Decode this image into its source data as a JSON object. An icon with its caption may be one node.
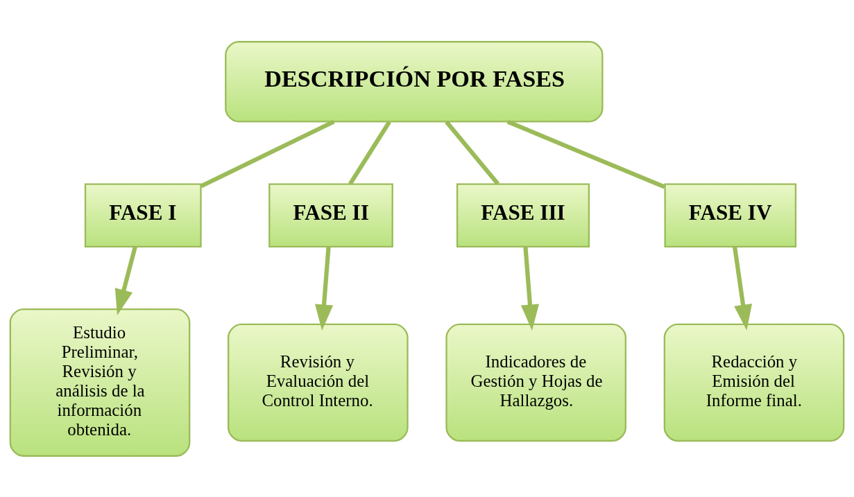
{
  "diagram": {
    "nodes": [
      {
        "text": [
          "DESCRIPCIÓN POR FASES"
        ]
      },
      {
        "text": [
          "FASE I"
        ]
      },
      {
        "text": [
          "FASE II"
        ]
      },
      {
        "text": [
          "FASE III"
        ]
      },
      {
        "text": [
          "FASE IV"
        ]
      },
      {
        "text": [
          "Estudio Preliminar, Revisión y análisis de la información obtenida."
        ]
      },
      {
        "text": [
          "Revisión y Evaluación del Control Interno."
        ]
      },
      {
        "text": [
          "Indicadores de Gestión y Hojas de Hallazgos."
        ]
      },
      {
        "text": [
          "Redacción y Emisión del Informe final."
        ]
      }
    ],
    "edges": [
      {
        "from": 0,
        "to": 1,
        "arrow": "none"
      },
      {
        "from": 0,
        "to": 2,
        "arrow": "none"
      },
      {
        "from": 0,
        "to": 3,
        "arrow": "none"
      },
      {
        "from": 0,
        "to": 4,
        "arrow": "none"
      },
      {
        "from": 1,
        "to": 5,
        "arrow": "to"
      },
      {
        "from": 2,
        "to": 6,
        "arrow": "to"
      },
      {
        "from": 3,
        "to": 7,
        "arrow": "to"
      },
      {
        "from": 4,
        "to": 8,
        "arrow": "to"
      }
    ]
  }
}
